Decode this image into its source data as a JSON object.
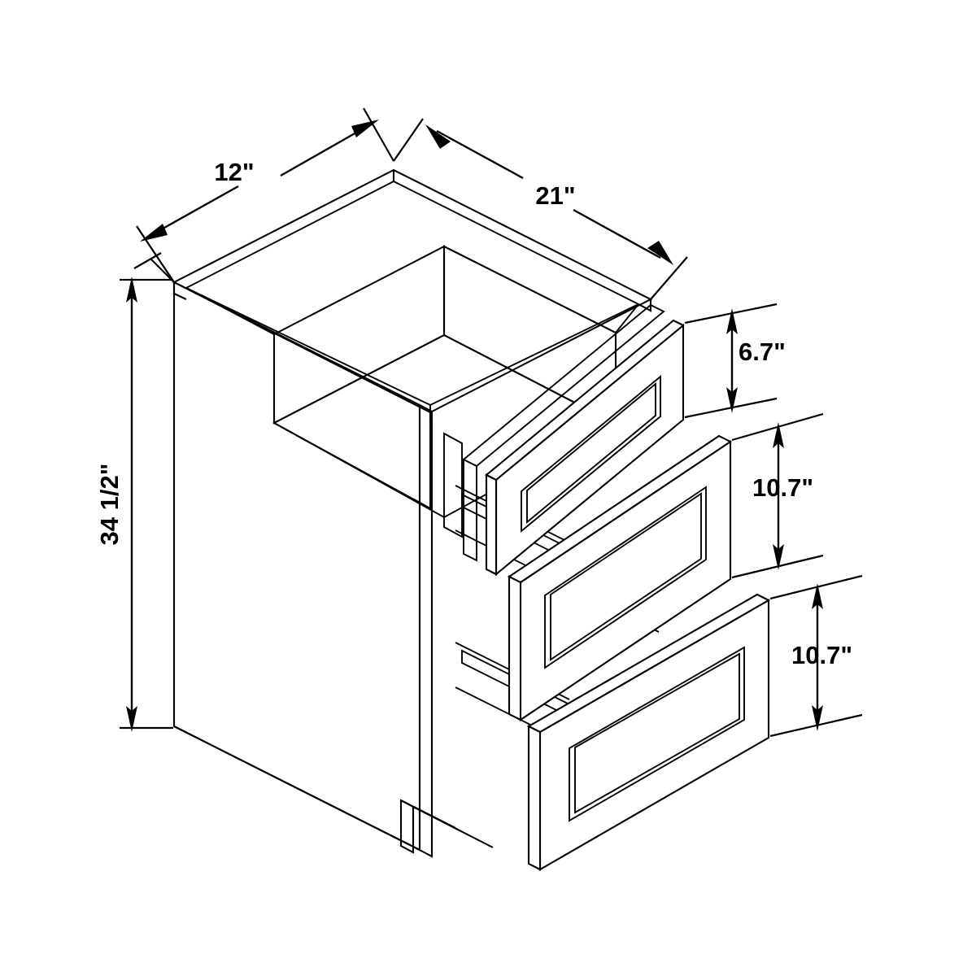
{
  "drawing": {
    "title": "Base Cabinet Isometric Dimension Drawing",
    "subject": "three-drawer base cabinet",
    "background_color": "#ffffff",
    "line_color": "#000000",
    "projection": "isometric"
  },
  "dimensions": {
    "depth": {
      "label": "12\"",
      "name": "cabinet-depth",
      "position": "upper-left",
      "orientation": "diagonal-up-right"
    },
    "width": {
      "label": "21\"",
      "name": "cabinet-width",
      "position": "upper-right",
      "orientation": "diagonal-down-right"
    },
    "height": {
      "label": "34 1/2\"",
      "name": "cabinet-height",
      "position": "left",
      "orientation": "vertical-rotated"
    },
    "drawer_top": {
      "label": "6.7\"",
      "name": "top-drawer-height",
      "position": "right",
      "orientation": "vertical"
    },
    "drawer_middle": {
      "label": "10.7\"",
      "name": "middle-drawer-height",
      "position": "right",
      "orientation": "vertical"
    },
    "drawer_bottom": {
      "label": "10.7\"",
      "name": "bottom-drawer-height",
      "position": "right",
      "orientation": "vertical"
    }
  },
  "components": {
    "cabinet_box": "cabinet-carcass",
    "open_top": "open-top-rim",
    "toe_kick": "toe-kick-recess",
    "drawers": [
      {
        "name": "drawer-front-top",
        "style": "shaker-recessed-panel"
      },
      {
        "name": "drawer-front-middle",
        "style": "shaker-recessed-panel"
      },
      {
        "name": "drawer-front-bottom",
        "style": "shaker-recessed-panel"
      }
    ]
  }
}
